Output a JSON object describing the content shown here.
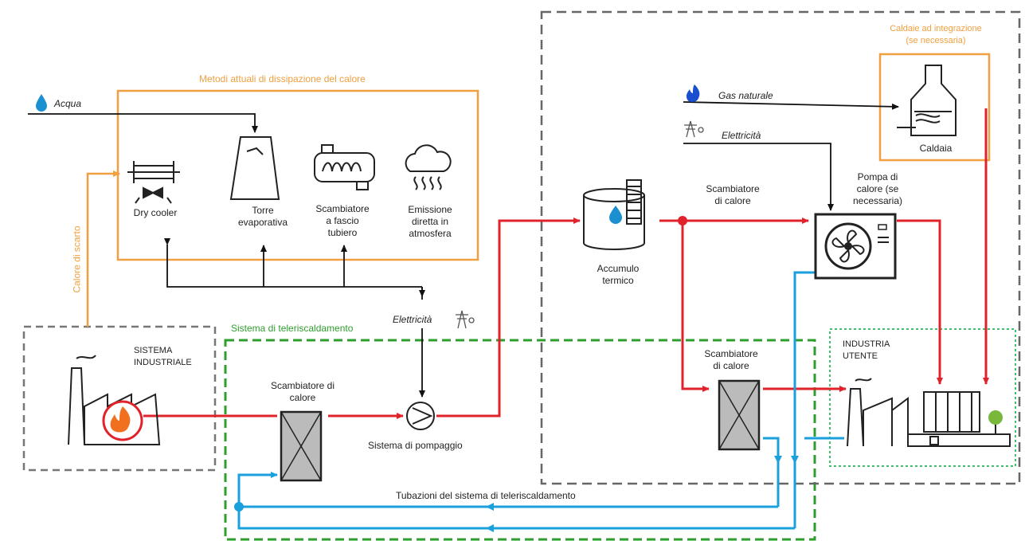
{
  "colors": {
    "hot_line": "#e0232b",
    "cold_line": "#1aa0dc",
    "dissipation_box": "#f0a040",
    "district_box": "#2e9e2e",
    "dashed_gray": "#555555",
    "industry_box": "#3fbf6f",
    "water_drop": "#1a90d0"
  },
  "labels": {
    "dissipation_title": "Metodi attuali di dissipazione del calore",
    "acqua": "Acqua",
    "dry_cooler": "Dry cooler",
    "torre": "Torre\nevaporativa",
    "scambiatore_fascio": "Scambiatore\na fascio\ntubiero",
    "emissione": "Emissione\ndiretta in\natmosfera",
    "calore_scarto": "Calore di scarto",
    "sistema_industriale": "SISTEMA\nINDUSTRIALE",
    "elettricita_pump": "Elettricità",
    "teleriscaldamento_title": "Sistema di teleriscaldamento",
    "scambiatore_calore_1": "Scambiatore di\ncalore",
    "sistema_pompaggio": "Sistema di pompaggio",
    "tubazioni": "Tubazioni del sistema di teleriscaldamento",
    "accumulo": "Accumulo\ntermico",
    "scambiatore_calore_top": "Scambiatore\ndi calore",
    "gas_naturale": "Gas naturale",
    "elettricita_hp": "Elettricità",
    "pompa_calore": "Pompa di\ncalore (se\nnecessaria)",
    "caldaia_title": "Caldaie ad integrazione\n(se necessaria)",
    "caldaia": "Caldaia",
    "scambiatore_calore_2": "Scambiatore\ndi calore",
    "industria_utente": "INDUSTRIA\nUTENTE"
  },
  "icons": [
    "water-drop-icon",
    "dry-cooler-icon",
    "cooling-tower-icon",
    "shell-tube-exchanger-icon",
    "cloud-steam-icon",
    "electric-pylon-icon",
    "flame-icon",
    "factory-icon",
    "plate-heat-exchanger-icon",
    "pump-icon",
    "storage-tank-icon",
    "heat-pump-fan-icon",
    "boiler-icon",
    "user-factory-icon"
  ]
}
